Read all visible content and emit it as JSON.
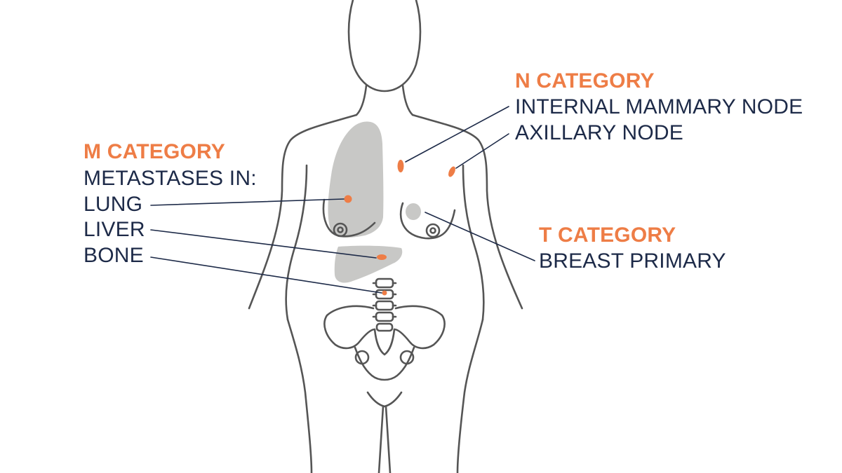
{
  "colors": {
    "outline": "#555555",
    "accent": "#ee7d46",
    "label_text": "#1d2a48",
    "organ_fill": "#c8c8c6",
    "background": "#ffffff"
  },
  "m_category": {
    "heading": "M CATEGORY",
    "lines": [
      "METASTASES IN:",
      "LUNG",
      "LIVER",
      "BONE"
    ]
  },
  "n_category": {
    "heading": "N CATEGORY",
    "lines": [
      "INTERNAL MAMMARY NODE",
      "AXILLARY NODE"
    ]
  },
  "t_category": {
    "heading": "T CATEGORY",
    "lines": [
      "BREAST PRIMARY"
    ]
  }
}
